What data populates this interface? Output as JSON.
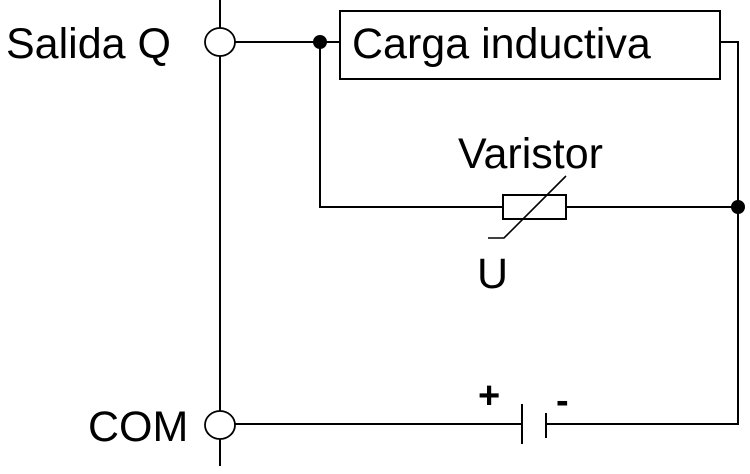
{
  "diagram": {
    "type": "circuit",
    "title": "",
    "terminals": {
      "output": "Salida Q",
      "common": "COM"
    },
    "components": {
      "load": "Carga inductiva",
      "varistor": "Varistor",
      "varistor_symbol": "U",
      "supply_plus": "+",
      "supply_minus": "-"
    },
    "colors": {
      "line": "#000000",
      "background": "#ffffff"
    }
  }
}
